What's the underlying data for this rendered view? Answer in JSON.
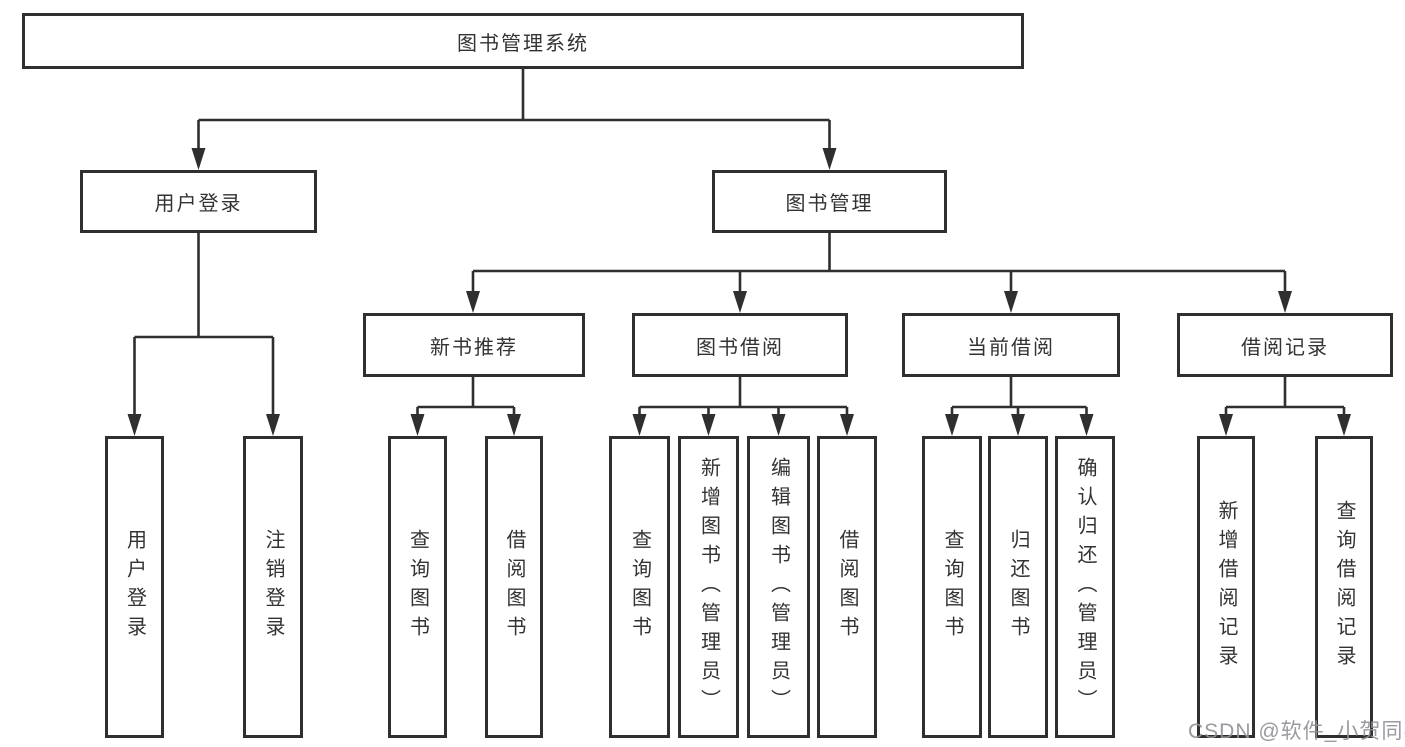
{
  "tree": {
    "root": "图书管理系统",
    "branches": [
      {
        "label": "用户登录",
        "children": [
          "用户登录",
          "注销登录"
        ]
      },
      {
        "label": "图书管理",
        "groups": [
          {
            "label": "新书推荐",
            "children": [
              "查询图书",
              "借阅图书"
            ]
          },
          {
            "label": "图书借阅",
            "children": [
              "查询图书",
              "新增图书（管理员）",
              "编辑图书（管理员）",
              "借阅图书"
            ]
          },
          {
            "label": "当前借阅",
            "children": [
              "查询图书",
              "归还图书",
              "确认归还（管理员）"
            ]
          },
          {
            "label": "借阅记录",
            "children": [
              "新增借阅记录",
              "查询借阅记录"
            ]
          }
        ]
      }
    ]
  },
  "watermark": {
    "text": "CSDN @软件_小贺同学"
  },
  "colors": {
    "line": "#2f2f2f",
    "text": "#333333",
    "background": "#ffffff",
    "watermark": "#919198"
  }
}
